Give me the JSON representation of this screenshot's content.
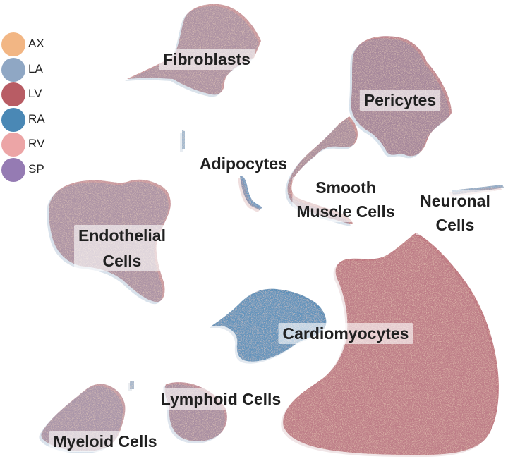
{
  "chart_data": {
    "type": "scatter",
    "title": "",
    "xlabel": "",
    "ylabel": "",
    "grid": false,
    "legend_position": "top-left",
    "legend": [
      {
        "name": "AX",
        "color": "#f2b684"
      },
      {
        "name": "LA",
        "color": "#8fa7c4"
      },
      {
        "name": "LV",
        "color": "#b85c64"
      },
      {
        "name": "RA",
        "color": "#4a88b5"
      },
      {
        "name": "RV",
        "color": "#eca5a6"
      },
      {
        "name": "SP",
        "color": "#957bb3"
      }
    ],
    "clusters": [
      {
        "label": "Fibroblasts",
        "lines": [
          "Fibroblasts"
        ]
      },
      {
        "label": "Pericytes",
        "lines": [
          "Pericytes"
        ]
      },
      {
        "label": "Adipocytes",
        "lines": [
          "Adipocytes"
        ]
      },
      {
        "label": "Smooth Muscle Cells",
        "lines": [
          "Smooth",
          "Muscle Cells"
        ]
      },
      {
        "label": "Neuronal Cells",
        "lines": [
          "Neuronal",
          "Cells"
        ]
      },
      {
        "label": "Endothelial Cells",
        "lines": [
          "Endothelial",
          "Cells"
        ]
      },
      {
        "label": "Cardiomyocytes",
        "lines": [
          "Cardiomyocytes"
        ]
      },
      {
        "label": "Lymphoid Cells",
        "lines": [
          "Lymphoid Cells"
        ]
      },
      {
        "label": "Myeloid Cells",
        "lines": [
          "Myeloid Cells"
        ]
      }
    ]
  }
}
